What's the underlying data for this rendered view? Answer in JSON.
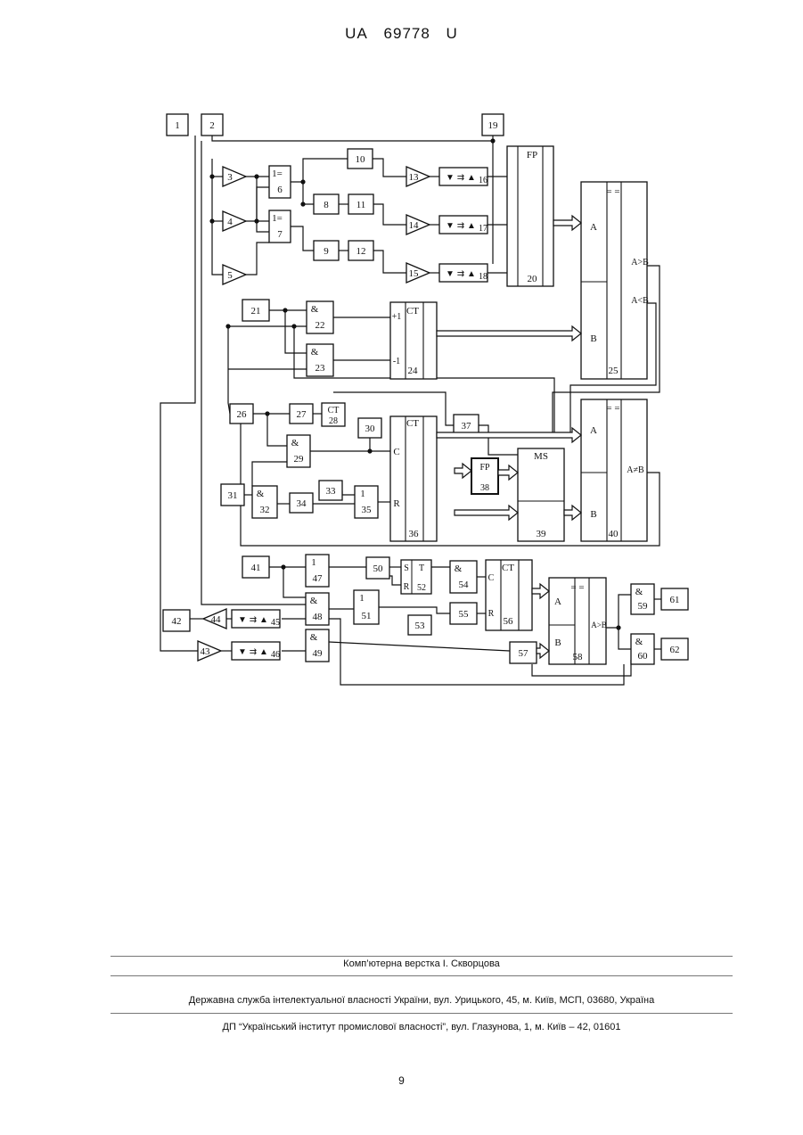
{
  "header": {
    "code": "UA",
    "number": "69778",
    "kind": "U"
  },
  "diagram": {
    "blocks": [
      {
        "id": "b1",
        "label": "1"
      },
      {
        "id": "b2",
        "label": "2"
      },
      {
        "id": "b3",
        "label": "3"
      },
      {
        "id": "b4",
        "label": "4"
      },
      {
        "id": "b5",
        "label": "5"
      },
      {
        "id": "b6",
        "label": "6",
        "symbol": "1="
      },
      {
        "id": "b7",
        "label": "7",
        "symbol": "1="
      },
      {
        "id": "b8",
        "label": "8"
      },
      {
        "id": "b9",
        "label": "9"
      },
      {
        "id": "b10",
        "label": "10"
      },
      {
        "id": "b11",
        "label": "11"
      },
      {
        "id": "b12",
        "label": "12"
      },
      {
        "id": "b13",
        "label": "13"
      },
      {
        "id": "b14",
        "label": "14"
      },
      {
        "id": "b15",
        "label": "15"
      },
      {
        "id": "b16",
        "label": "16"
      },
      {
        "id": "b17",
        "label": "17"
      },
      {
        "id": "b18",
        "label": "18"
      },
      {
        "id": "b19",
        "label": "19"
      },
      {
        "id": "b20",
        "label": "20",
        "symbol": "FP"
      },
      {
        "id": "b21",
        "label": "21"
      },
      {
        "id": "b22",
        "label": "22",
        "symbol": "&"
      },
      {
        "id": "b23",
        "label": "23",
        "symbol": "&"
      },
      {
        "id": "b24",
        "label": "24",
        "symbol": "CT",
        "in1": "+1",
        "in2": "-1"
      },
      {
        "id": "b25",
        "label": "25",
        "symbol": "= =",
        "a": "A",
        "b": "B",
        "o1": "A>B",
        "o2": "A<B"
      },
      {
        "id": "b26",
        "label": "26"
      },
      {
        "id": "b27",
        "label": "27"
      },
      {
        "id": "b28",
        "label": "28",
        "symbol": "CT"
      },
      {
        "id": "b29",
        "label": "29",
        "symbol": "&"
      },
      {
        "id": "b30",
        "label": "30"
      },
      {
        "id": "b31",
        "label": "31"
      },
      {
        "id": "b32",
        "label": "32",
        "symbol": "&"
      },
      {
        "id": "b33",
        "label": "33"
      },
      {
        "id": "b34",
        "label": "34"
      },
      {
        "id": "b35",
        "label": "35",
        "symbol": "1"
      },
      {
        "id": "b36",
        "label": "36",
        "symbol": "CT",
        "c": "C",
        "r": "R"
      },
      {
        "id": "b37",
        "label": "37"
      },
      {
        "id": "b38",
        "label": "38",
        "symbol": "FP"
      },
      {
        "id": "b39",
        "label": "39",
        "symbol": "MS"
      },
      {
        "id": "b40",
        "label": "40",
        "symbol": "= =",
        "a": "A",
        "b": "B",
        "o1": "A≠B"
      },
      {
        "id": "b41",
        "label": "41"
      },
      {
        "id": "b42",
        "label": "42"
      },
      {
        "id": "b43",
        "label": "43"
      },
      {
        "id": "b44",
        "label": "44"
      },
      {
        "id": "b45",
        "label": "45"
      },
      {
        "id": "b46",
        "label": "46"
      },
      {
        "id": "b47",
        "label": "47",
        "symbol": "1"
      },
      {
        "id": "b48",
        "label": "48",
        "symbol": "&"
      },
      {
        "id": "b49",
        "label": "49",
        "symbol": "&"
      },
      {
        "id": "b50",
        "label": "50"
      },
      {
        "id": "b51",
        "label": "51",
        "symbol": "1"
      },
      {
        "id": "b52",
        "label": "52",
        "symbol": "T",
        "s": "S",
        "r": "R"
      },
      {
        "id": "b53",
        "label": "53"
      },
      {
        "id": "b54",
        "label": "54",
        "symbol": "&"
      },
      {
        "id": "b55",
        "label": "55"
      },
      {
        "id": "b56",
        "label": "56",
        "symbol": "CT",
        "c": "C",
        "r": "R"
      },
      {
        "id": "b57",
        "label": "57"
      },
      {
        "id": "b58",
        "label": "58",
        "symbol": "= =",
        "a": "A",
        "b": "B",
        "o1": "A>B"
      },
      {
        "id": "b59",
        "label": "59",
        "symbol": "&"
      },
      {
        "id": "b60",
        "label": "60",
        "symbol": "&"
      },
      {
        "id": "b61",
        "label": "61"
      },
      {
        "id": "b62",
        "label": "62"
      }
    ]
  },
  "footer": {
    "layout": "Комп’ютерна верстка І. Скворцова",
    "agency": "Державна служба інтелектуальної власності України, вул. Урицького, 45, м. Київ, МСП, 03680, Україна",
    "institute": "ДП “Український інститут промислової власності”, вул. Глазунова, 1, м. Київ – 42, 01601",
    "page": "9"
  }
}
